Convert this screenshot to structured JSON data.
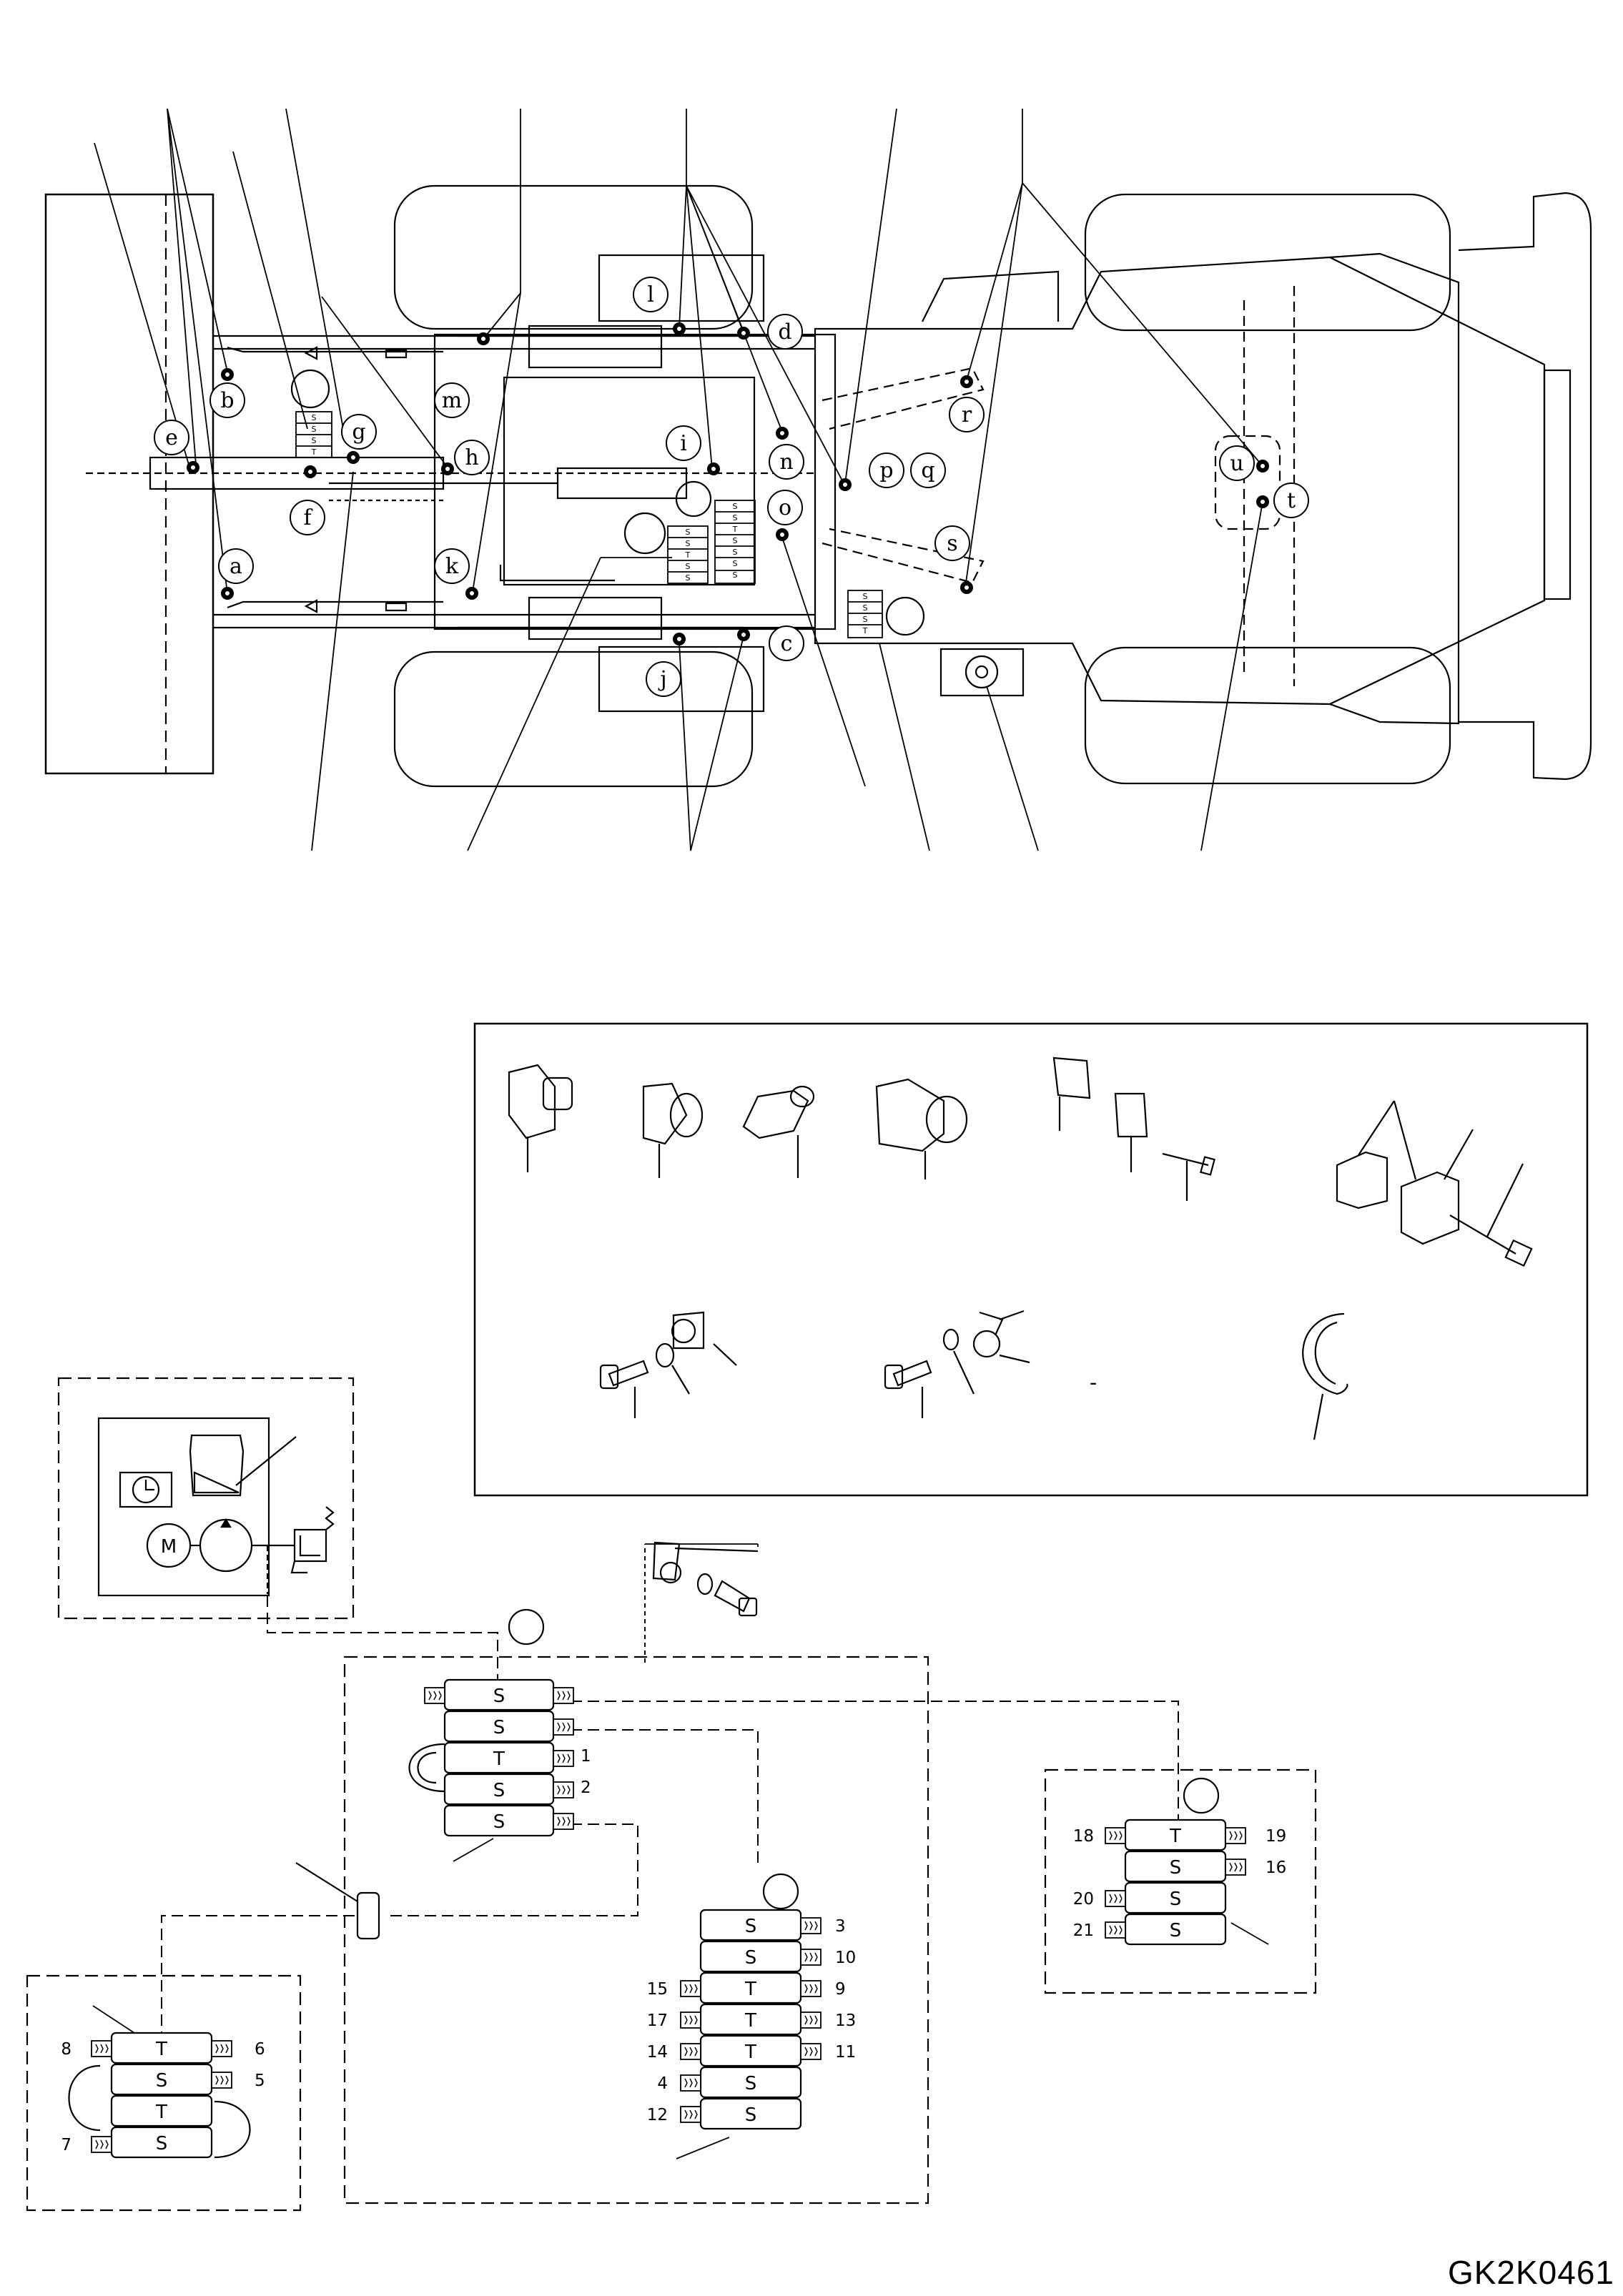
{
  "drawing_code": "GK2K0461",
  "lube_point_labels": [
    "a",
    "b",
    "c",
    "d",
    "e",
    "f",
    "g",
    "h",
    "i",
    "j",
    "k",
    "l",
    "m",
    "n",
    "o",
    "p",
    "q",
    "r",
    "s",
    "t",
    "u"
  ],
  "block_letters": {
    "s": "S",
    "t": "T",
    "m": "M"
  },
  "distributor_1": {
    "blocks": [
      "S",
      "S",
      "T",
      "S",
      "S"
    ],
    "outlet_numbers": [
      "1",
      "2"
    ]
  },
  "distributor_2": {
    "blocks": [
      "S",
      "S",
      "T",
      "T",
      "T",
      "S",
      "S"
    ],
    "right_numbers": [
      "3",
      "10",
      "9",
      "13",
      "11"
    ],
    "left_numbers": [
      "15",
      "17",
      "14",
      "4",
      "12"
    ]
  },
  "distributor_3": {
    "blocks": [
      "T",
      "S",
      "S",
      "S"
    ],
    "left_numbers": [
      "18",
      "20",
      "21"
    ],
    "right_numbers": [
      "19",
      "16"
    ]
  },
  "distributor_4": {
    "blocks": [
      "T",
      "S",
      "T",
      "S"
    ],
    "left_numbers": [
      "8",
      "7"
    ],
    "right_numbers": [
      "6",
      "5"
    ]
  },
  "parts_panel": {
    "dash_mark": "-"
  }
}
